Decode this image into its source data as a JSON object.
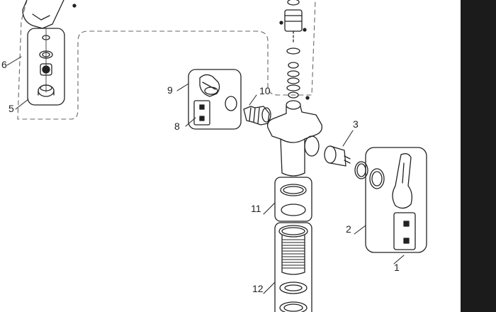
{
  "diagram": {
    "labels": {
      "p1": "1",
      "p2": "2",
      "p3": "3",
      "p5": "5",
      "p6": "6",
      "p8": "8",
      "p9": "9",
      "p10": "10",
      "p11": "11",
      "p12": "12"
    }
  },
  "colors": {
    "line": "#222222",
    "dashed": "#555555",
    "frame": "#444444",
    "side_bar": "#1b1b1b"
  }
}
